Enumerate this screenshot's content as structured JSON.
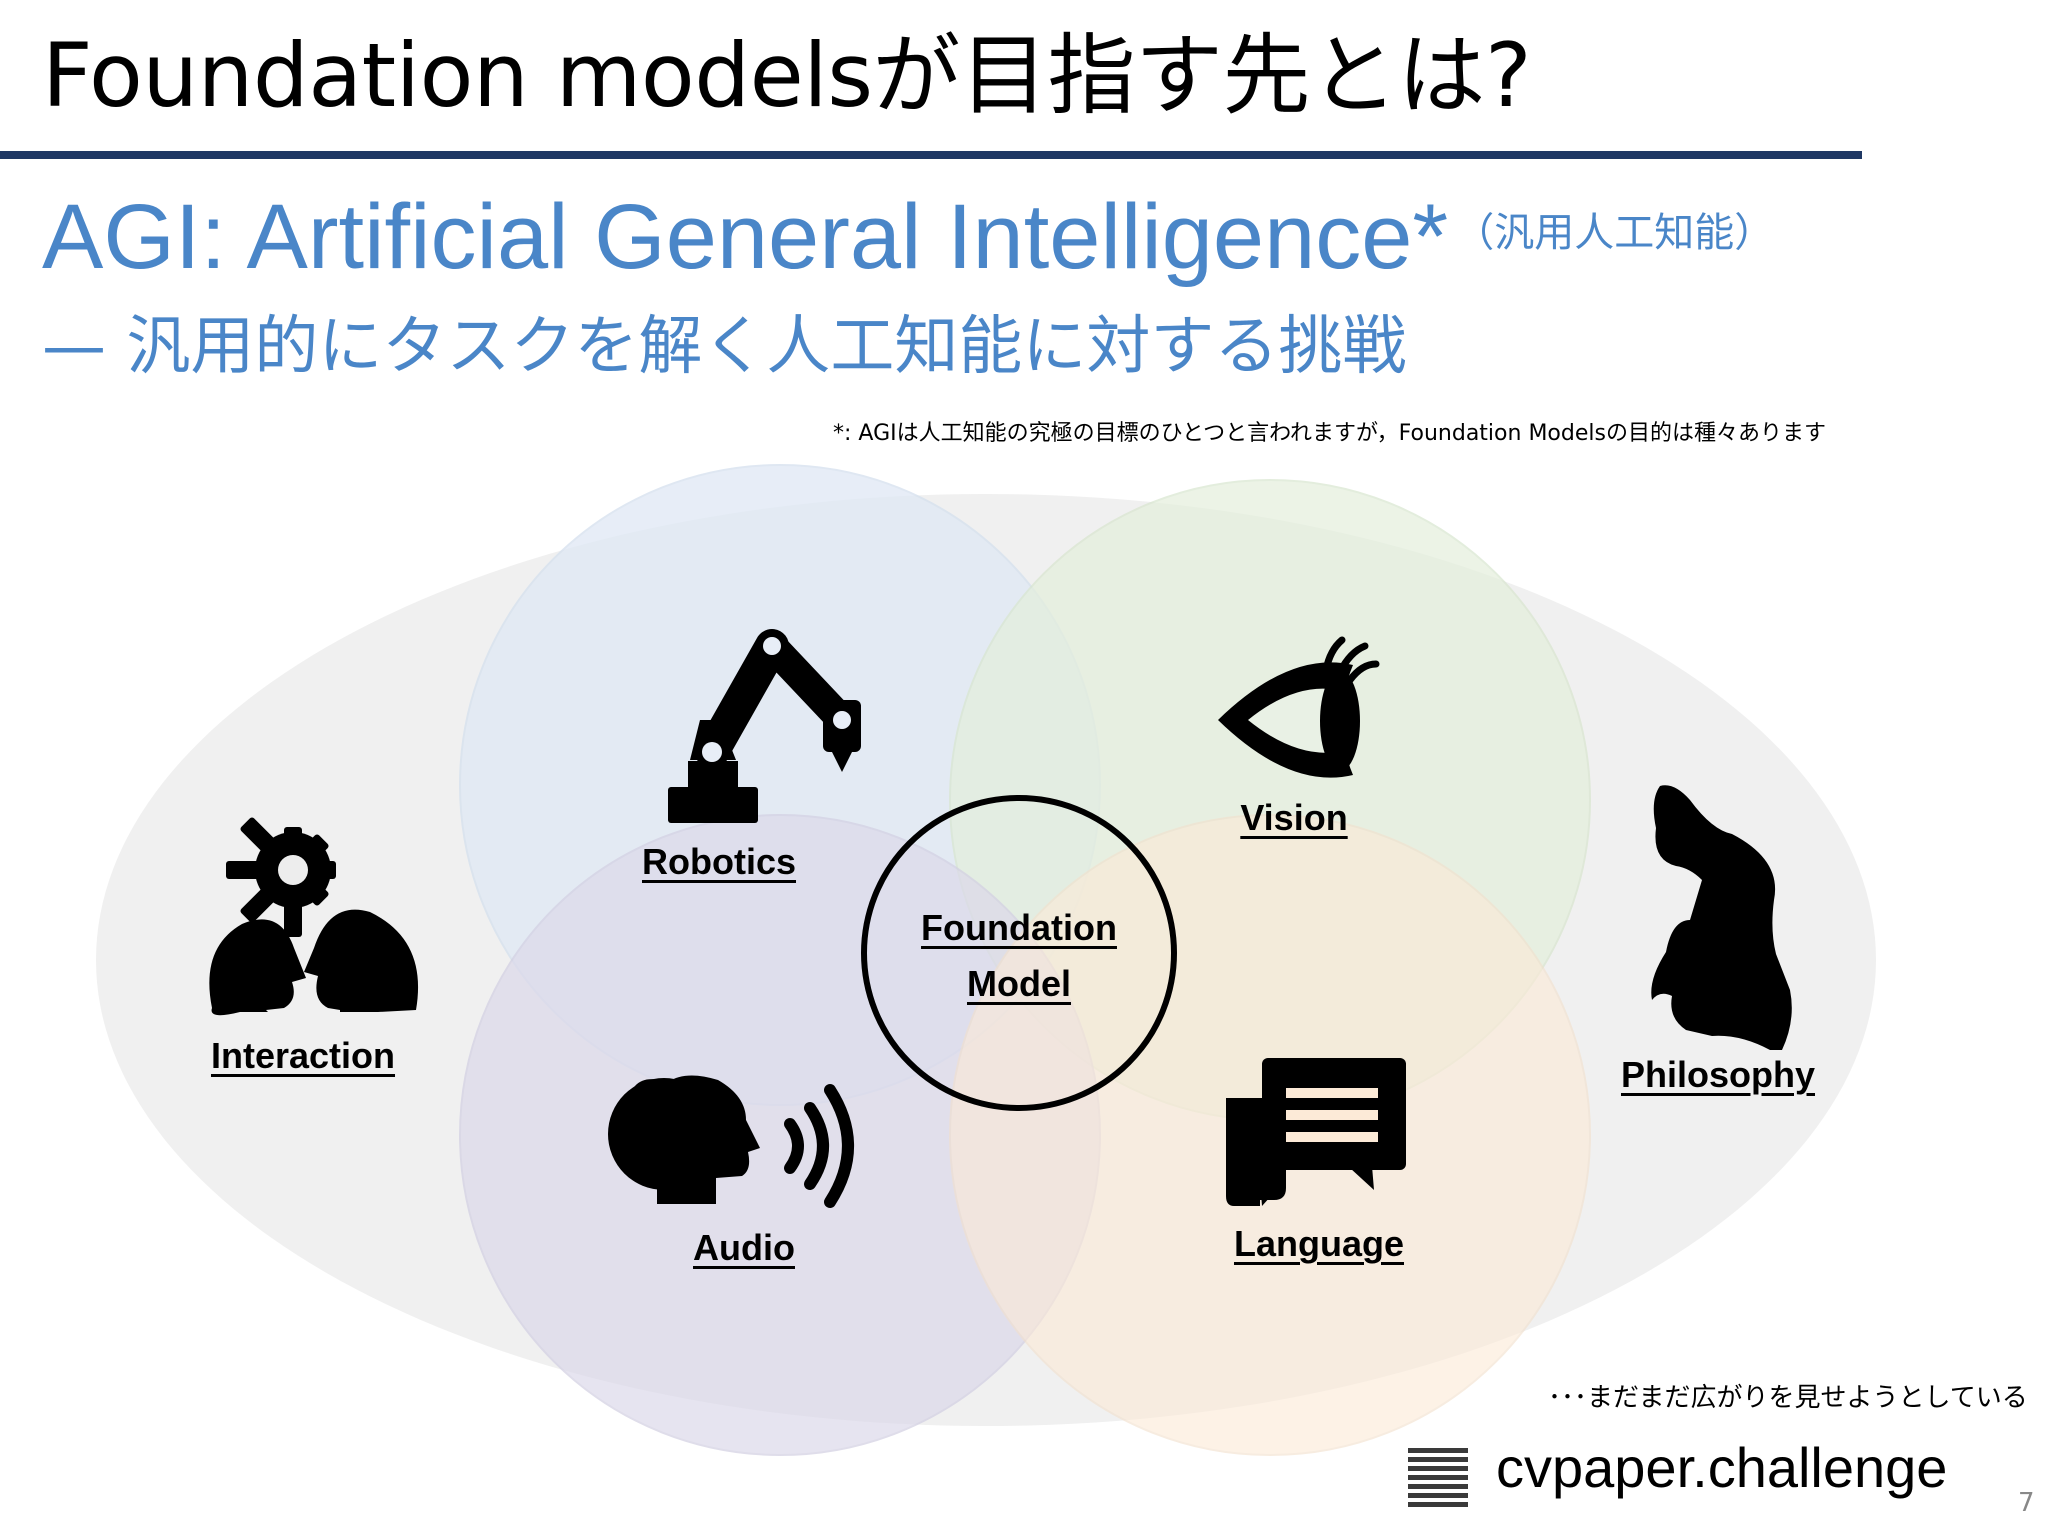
{
  "slide": {
    "title": "Foundation modelsが目指す先とは?",
    "subtitle": "AGI: Artificial General Intelligence*",
    "subtitle_paren": "（汎用人工知能）",
    "subline": "— 汎用的にタスクを解く人工知能に対する挑戦",
    "footnote": "*: AGIは人工知能の究極の目標のひとつと言われますが，Foundation Modelsの目的は種々あります",
    "tagline": "･･･まだまだ広がりを見せようとしている",
    "brand": "cvpaper.challenge",
    "page_number": "7"
  },
  "diagram": {
    "center": {
      "line1": "Foundation",
      "line2": "Model"
    },
    "labels": {
      "robotics": "Robotics",
      "vision": "Vision",
      "audio": "Audio",
      "language": "Language",
      "interaction": "Interaction",
      "philosophy": "Philosophy"
    },
    "colors": {
      "outer_ellipse": "#ededed",
      "robotics_circle": "#dfe8f5",
      "vision_circle": "#e4efdc",
      "audio_circle": "#dcd9ea",
      "language_circle": "#fcead7",
      "title_rule": "#1f3864",
      "accent_text": "#4a86c8"
    },
    "icons": [
      "robot-arm-icon",
      "eye-icon",
      "speaking-head-icon",
      "chat-bubbles-icon",
      "gear-icon",
      "two-heads-icon",
      "thinker-statue-icon",
      "logo-stack-icon"
    ]
  }
}
